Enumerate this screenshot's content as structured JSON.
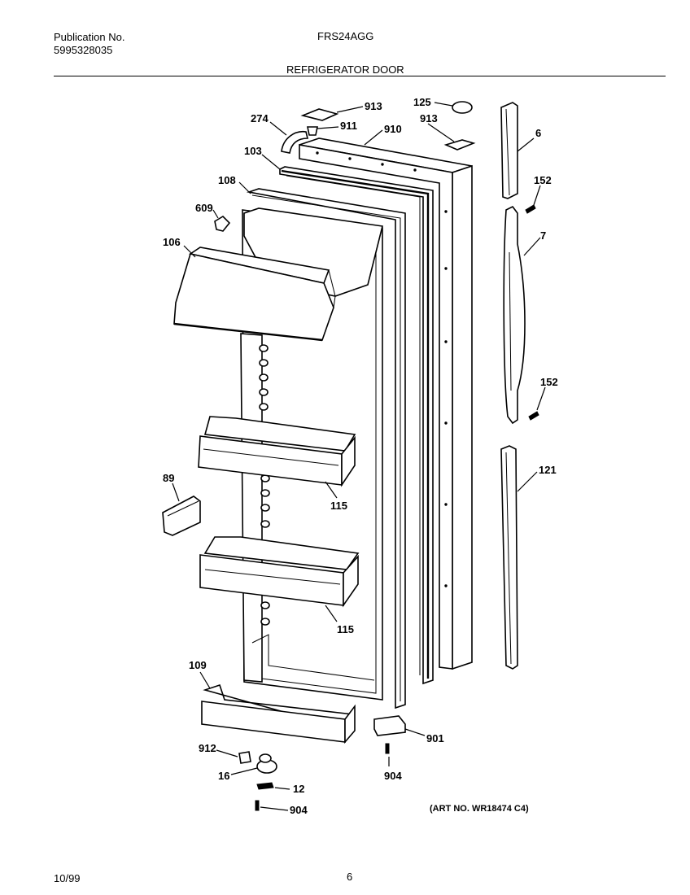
{
  "header": {
    "publication_label": "Publication No.",
    "publication_number": "5995328035",
    "model": "FRS24AGG",
    "section_title": "REFRIGERATOR DOOR"
  },
  "parts": {
    "p913a": "913",
    "p125": "125",
    "p274": "274",
    "p911": "911",
    "p910": "910",
    "p913b": "913",
    "p6": "6",
    "p103": "103",
    "p108": "108",
    "p152a": "152",
    "p609": "609",
    "p7": "7",
    "p106": "106",
    "p152b": "152",
    "p121": "121",
    "p89": "89",
    "p115a": "115",
    "p115b": "115",
    "p109": "109",
    "p901": "901",
    "p912": "912",
    "p16": "16",
    "p904a": "904",
    "p12": "12",
    "p904b": "904"
  },
  "art_number": "(ART NO. WR18474 C4)",
  "footer": {
    "date": "10/99",
    "page": "6"
  }
}
